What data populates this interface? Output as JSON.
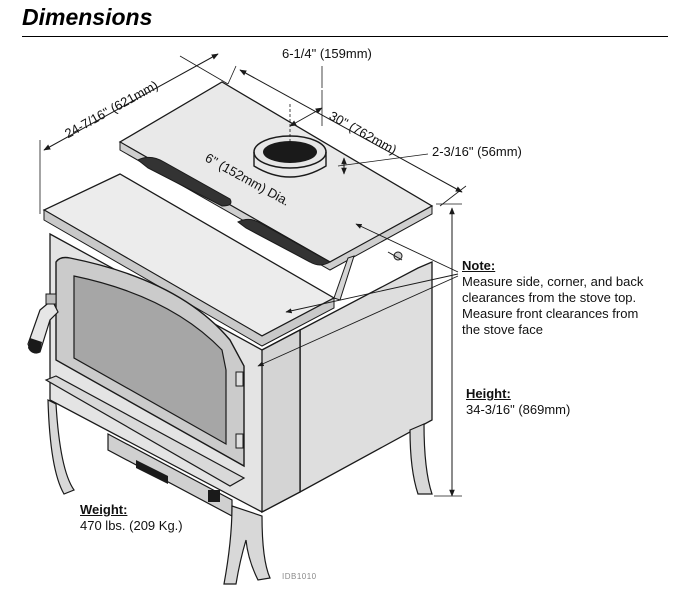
{
  "title": "Dimensions",
  "dims": {
    "flue_offset": "6-1/4\" (159mm)",
    "width": "24-7/16\" (621mm)",
    "depth": "30\" (762mm)",
    "collar_height": "2-3/16\" (56mm)",
    "flue_diameter": "6\" (152mm) Dia."
  },
  "note": {
    "heading": "Note:",
    "lines": [
      "Measure side, corner, and back",
      "clearances from the stove top.",
      "Measure front clearances from",
      "the stove face"
    ]
  },
  "height": {
    "heading": "Height:",
    "value": "34-3/16\" (869mm)"
  },
  "weight": {
    "heading": "Weight:",
    "value": "470 lbs. (209 Kg.)"
  },
  "figure_code": "IDB1010",
  "colors": {
    "stove_fill": "#e6e6e6",
    "stove_shade": "#d2d2d2",
    "stove_dark": "#bdbdbd",
    "line": "#1a1a1a"
  }
}
